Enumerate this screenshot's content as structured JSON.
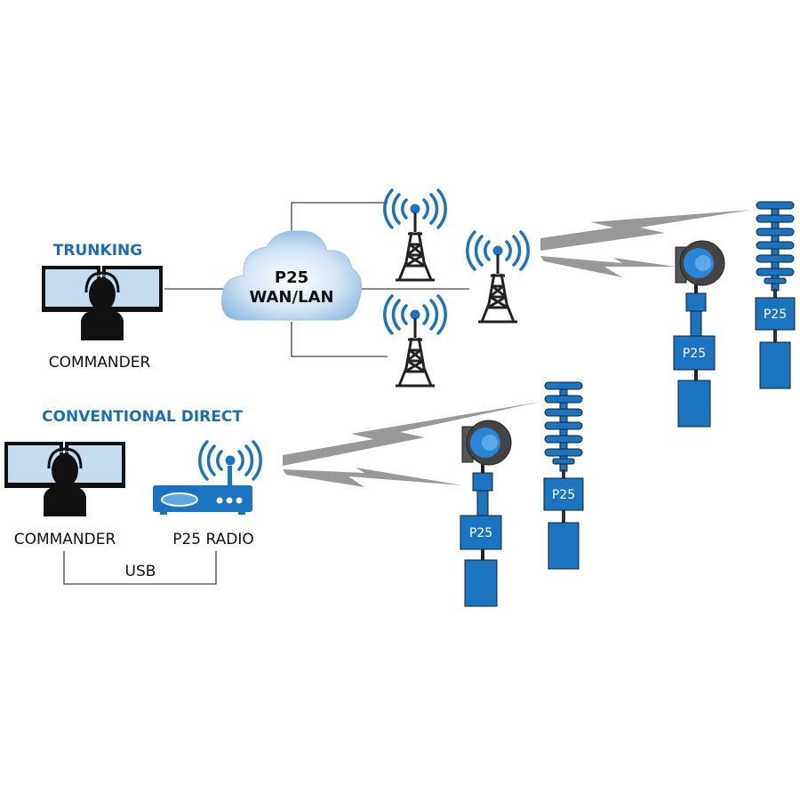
{
  "sections": {
    "trunking": "TRUNKING",
    "conventional": "CONVENTIONAL DIRECT"
  },
  "trunking": {
    "commander_label": "COMMANDER",
    "cloud_line1": "P25",
    "cloud_line2": "WAN/LAN"
  },
  "conventional": {
    "commander_label": "COMMANDER",
    "radio_label": "P25 RADIO",
    "link_label": "USB"
  },
  "field_radios": {
    "badge": "P25"
  },
  "colors": {
    "accent_blue": "#1a6fb8",
    "radio_blue": "#1b74c0",
    "signal_gray": "#999999",
    "monitor_fill": "#c5dcef"
  }
}
